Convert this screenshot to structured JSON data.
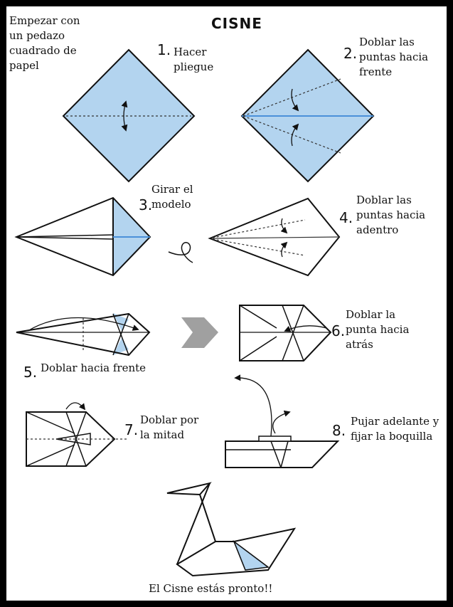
{
  "title": "CISNE",
  "intro": [
    "Empezar con",
    "un pedazo",
    "cuadrado de",
    "papel"
  ],
  "steps": [
    {
      "num": "1.",
      "lines": [
        "Hacer",
        "pliegue"
      ]
    },
    {
      "num": "2.",
      "lines": [
        "Doblar las",
        "puntas hacia",
        "frente"
      ]
    },
    {
      "num": "3.",
      "lines": [
        "Girar el",
        "modelo"
      ]
    },
    {
      "num": "4.",
      "lines": [
        "Doblar las",
        "puntas hacia",
        "adentro"
      ]
    },
    {
      "num": "5.",
      "lines": [
        "Doblar hacia frente"
      ]
    },
    {
      "num": "6.",
      "lines": [
        "Doblar la",
        "punta hacia",
        "atrás"
      ]
    },
    {
      "num": "7.",
      "lines": [
        "Doblar por",
        "la mitad"
      ]
    },
    {
      "num": "8.",
      "lines": [
        "Pujar adelante y",
        "fijar la boquilla"
      ]
    }
  ],
  "closing": "El Cisne estás pronto!!",
  "colors": {
    "paper": "#b3d4ef",
    "fold_line": "#4a90d9",
    "outline": "#111111",
    "arrow": "#a0a0a0"
  }
}
